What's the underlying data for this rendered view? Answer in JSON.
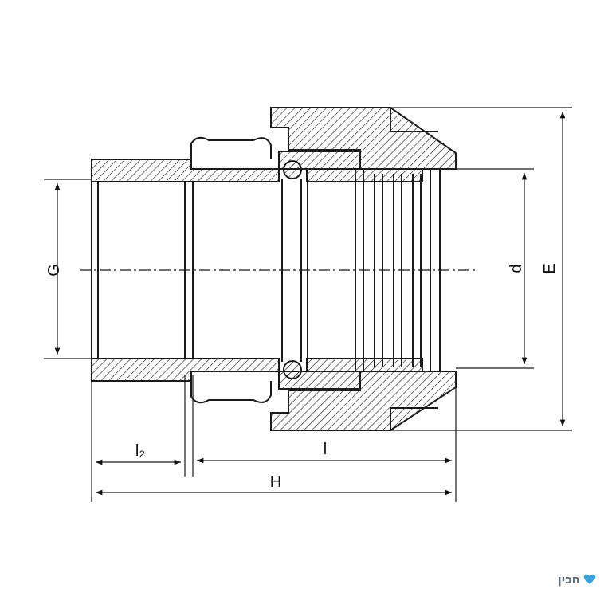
{
  "labels": {
    "G": "G",
    "d": "d",
    "E": "E",
    "l2": "l₂",
    "l": "l",
    "H": "H"
  },
  "logo": {
    "text": "חכין",
    "icon": "heart-icon",
    "color": "#3aa0d8"
  },
  "colors": {
    "line": "#1a1a1a",
    "hatch": "#333333"
  }
}
